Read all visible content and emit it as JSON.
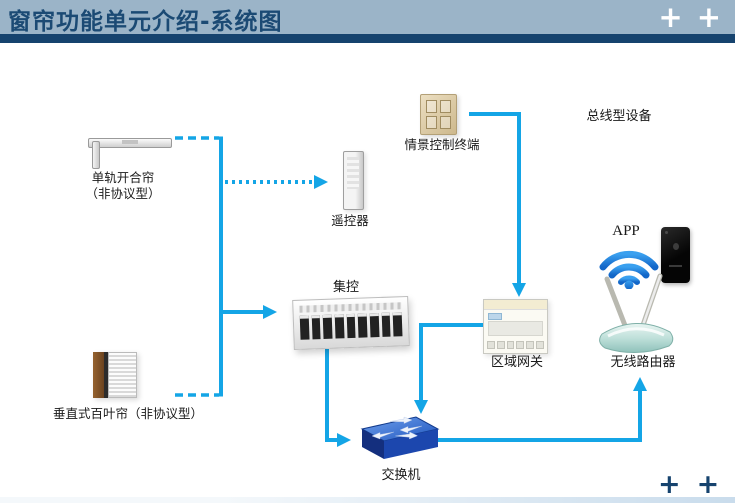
{
  "header": {
    "title": "窗帘功能单元介绍-系统图",
    "plus_left": "+",
    "plus_right": "+"
  },
  "footer": {
    "plus_left": "+",
    "plus_right": "+"
  },
  "colors": {
    "header_bg": "#9BB4C8",
    "header_text": "#1B4A74",
    "stripe": "#16436E",
    "connector": "#14A5E6",
    "switch_top": "#4f86e0",
    "switch_front": "#15388f",
    "router_teal": "#a9d3cc"
  },
  "diagram": {
    "nodes": {
      "curtain_track": {
        "label_line1": "单轨开合帘",
        "label_line2": "（非协议型）"
      },
      "remote": {
        "label": "遥控器"
      },
      "scene_panel": {
        "label": "情景控制终端"
      },
      "bus_devices": {
        "label": "总线型设备"
      },
      "app": {
        "label": "APP"
      },
      "central_control": {
        "label": "集控"
      },
      "gateway": {
        "label": "区域网关"
      },
      "router": {
        "label": "无线路由器"
      },
      "blinds": {
        "label": "垂直式百叶帘（非协议型）"
      },
      "switch": {
        "label": "交换机"
      }
    }
  }
}
